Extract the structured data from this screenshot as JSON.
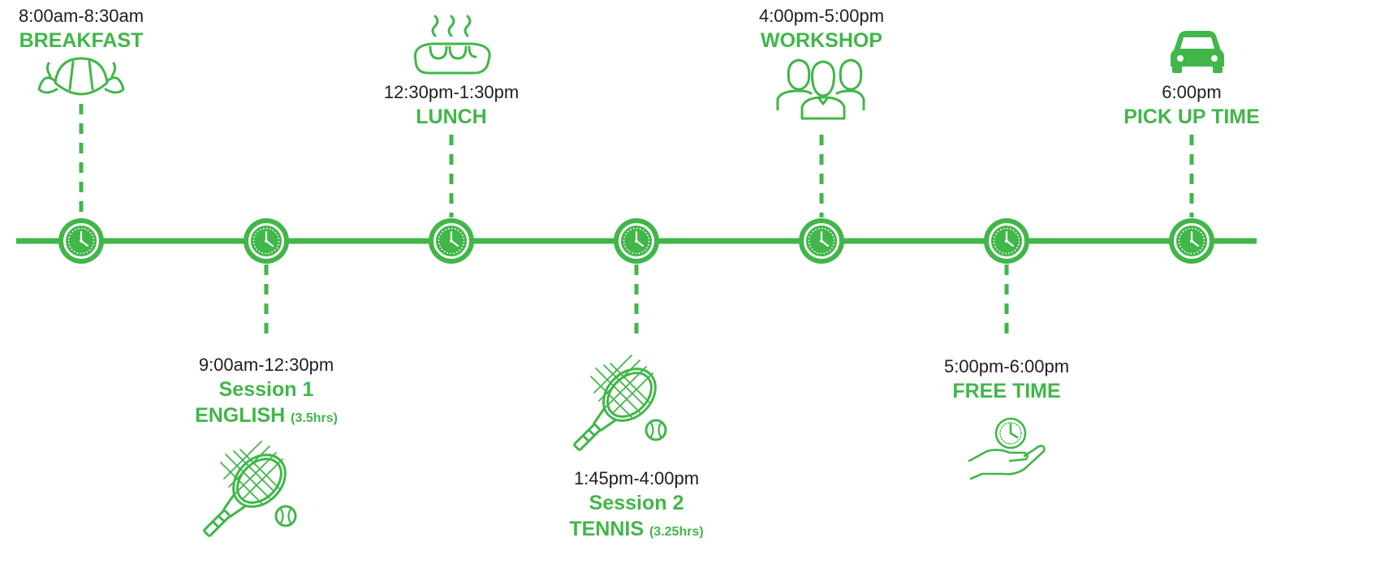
{
  "accent_color": "#41b649",
  "text_color": "#1f1f1f",
  "events": [
    {
      "time": "8:00am-8:30am",
      "title": "BREAKFAST",
      "icon": "croissant-icon"
    },
    {
      "time": "9:00am-12:30pm",
      "title": "Session 1",
      "subtitle": "ENGLISH",
      "note": "(3.5hrs)",
      "icon": "tennis-racket-icon"
    },
    {
      "time": "12:30pm-1:30pm",
      "title": "LUNCH",
      "icon": "steaming-bread-icon"
    },
    {
      "time": "1:45pm-4:00pm",
      "title": "Session 2",
      "subtitle": "TENNIS",
      "note": "(3.25hrs)",
      "icon": "tennis-racket-icon"
    },
    {
      "time": "4:00pm-5:00pm",
      "title": "WORKSHOP",
      "icon": "group-people-icon"
    },
    {
      "time": "5:00pm-6:00pm",
      "title": "FREE TIME",
      "icon": "clock-in-hand-icon"
    },
    {
      "time": "6:00pm",
      "title": "PICK UP TIME",
      "icon": "car-icon"
    }
  ],
  "milestone_icon": "clock-icon"
}
